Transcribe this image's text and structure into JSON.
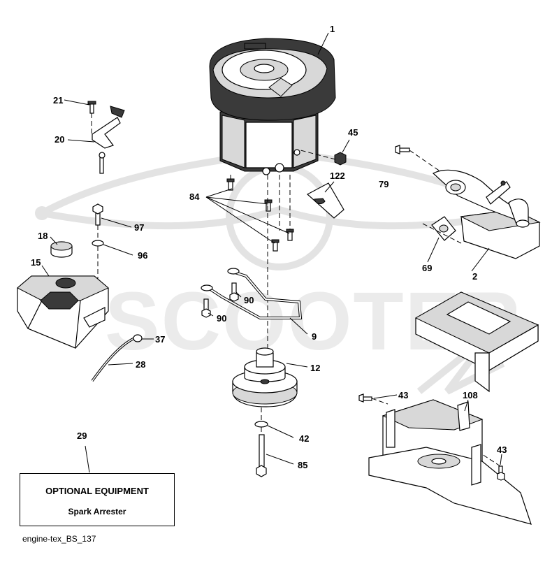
{
  "watermark": {
    "text": "SCOOTER"
  },
  "parts": [
    {
      "id": "engine",
      "number": "1"
    },
    {
      "id": "muffler",
      "number": "2"
    },
    {
      "id": "belt-guide",
      "number": "9"
    },
    {
      "id": "pulley",
      "number": "12"
    },
    {
      "id": "fuel-tank",
      "number": "15"
    },
    {
      "id": "fuel-cap",
      "number": "18"
    },
    {
      "id": "throttle-bracket",
      "number": "20"
    },
    {
      "id": "bracket-screw",
      "number": "21"
    },
    {
      "id": "fuel-line",
      "number": "28"
    },
    {
      "id": "spark-arrester",
      "number": "29"
    },
    {
      "id": "fuel-clamp",
      "number": "37"
    },
    {
      "id": "pulley-washer",
      "number": "42"
    },
    {
      "id": "shield-bolt-left",
      "number": "43"
    },
    {
      "id": "shield-bolt-right",
      "number": "43"
    },
    {
      "id": "nut",
      "number": "45"
    },
    {
      "id": "muffler-gasket",
      "number": "69"
    },
    {
      "id": "muffler-bolt",
      "number": "79"
    },
    {
      "id": "mount-bolts",
      "number": "84"
    },
    {
      "id": "crank-bolt",
      "number": "85"
    },
    {
      "id": "guide-bolt-a",
      "number": "90"
    },
    {
      "id": "guide-bolt-b",
      "number": "90"
    },
    {
      "id": "tank-washer",
      "number": "96"
    },
    {
      "id": "tank-bolt",
      "number": "97"
    },
    {
      "id": "heat-shield",
      "number": "108"
    },
    {
      "id": "deflector",
      "number": "122"
    }
  ],
  "optional_box": {
    "title": "OPTIONAL EQUIPMENT",
    "item": "Spark Arrester"
  },
  "caption": "engine-tex_BS_137"
}
